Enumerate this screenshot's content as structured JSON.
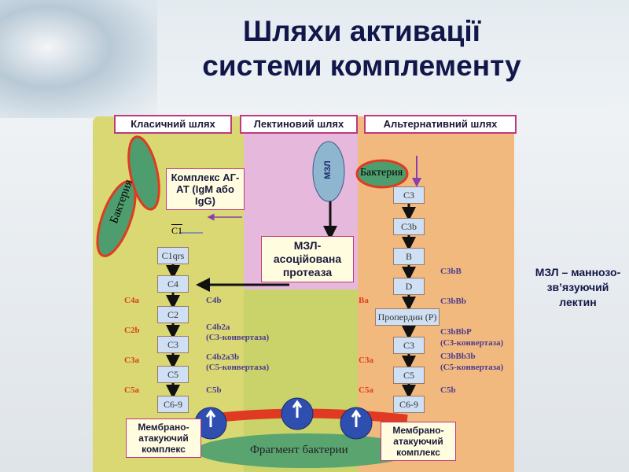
{
  "title": {
    "line1": "Шляхи активації",
    "line2": "системи комплементу"
  },
  "pathways": {
    "classical": "Класичний шлях",
    "lectin": "Лектиновий шлях",
    "alternative": "Альтернативний шлях"
  },
  "classical": {
    "complex_note": "Комплекс АГ-АТ (IgM або IgG)",
    "bacteria": "Бактерия",
    "c1": "C1",
    "boxes": [
      "C1qrs",
      "C4",
      "C2",
      "C3",
      "C5",
      "C6-9"
    ],
    "left_products": [
      "C4a",
      "C2b",
      "C3a",
      "C5a"
    ],
    "right_products": [
      "C4b",
      "C4b2a",
      "(C3-конвертаза)",
      "C4b2a3b",
      "(C5-конвертаза)",
      "C5b"
    ],
    "mac_note": "Мембрано-атакуючий комплекс"
  },
  "lectin": {
    "mbl_label": "МЗЛ",
    "protease_note": "МЗЛ-асоційована протеаза"
  },
  "alternative": {
    "bacteria": "Бактерия",
    "boxes": [
      "C3",
      "C3b",
      "B",
      "D",
      "Пропердин (P)",
      "C3",
      "C5",
      "C6-9"
    ],
    "left_products": [
      "Ba",
      "C3a",
      "C5a"
    ],
    "right_products": [
      "C3bB",
      "C3bBb",
      "C3bBbP",
      "(C3-конвертаза)",
      "C3bBb3b",
      "(C5-конвертаза)",
      "C5b"
    ],
    "mac_note": "Мембрано-атакуючий комплекс"
  },
  "membrane": {
    "label": "Фрагмент бактерии"
  },
  "side_note": "МЗЛ – маннозо-зв’язуючий лектин"
}
